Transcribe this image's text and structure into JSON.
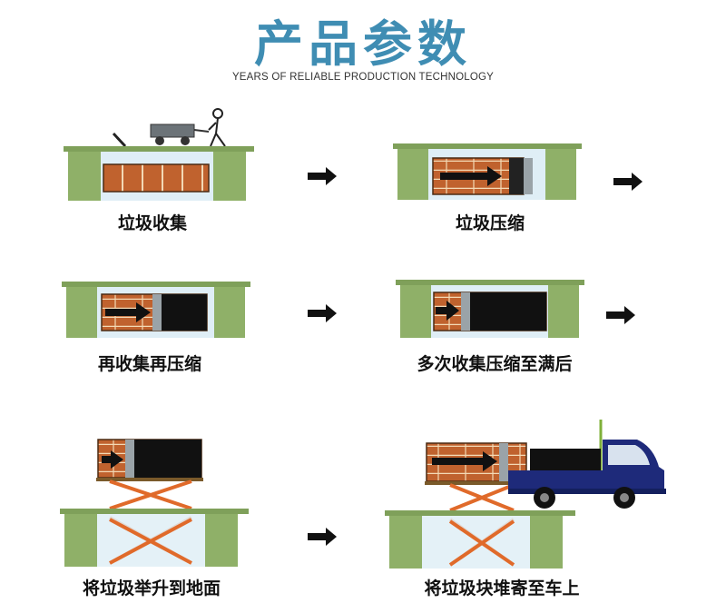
{
  "header": {
    "title": "产品参数",
    "subtitle": "YEARS OF RELIABLE PRODUCTION TECHNOLOGY"
  },
  "steps": [
    {
      "caption": "垃圾收集"
    },
    {
      "caption": "垃圾压缩"
    },
    {
      "caption": "再收集再压缩"
    },
    {
      "caption": "多次收集压缩至满后"
    },
    {
      "caption": "将垃圾举升到地面"
    },
    {
      "caption": "将垃圾块堆寄至车上"
    }
  ],
  "colors": {
    "title": "#3f8db3",
    "platform_green": "#7fa05a",
    "pillar_green": "#8fb068",
    "box_wood": "#c0622e",
    "scissor_orange": "#e06a2a",
    "pit_blue": "#dfeef6",
    "truck_blue": "#1e2a7a",
    "arrow": "#111111"
  },
  "icons": {
    "flow_arrow": "right-arrow-icon",
    "compress_arrow": "push-arrow-icon"
  }
}
